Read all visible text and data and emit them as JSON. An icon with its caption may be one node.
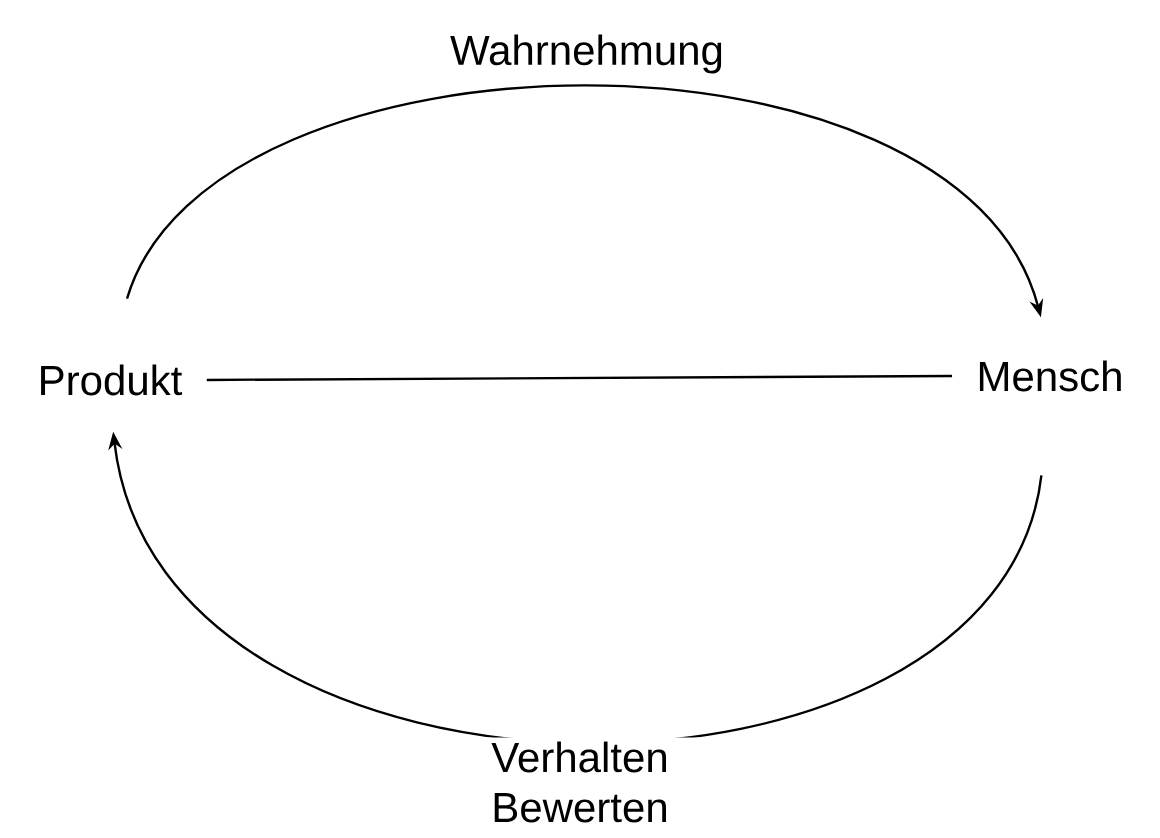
{
  "diagram": {
    "nodes": [
      {
        "text": [
          "Produkt"
        ]
      },
      {
        "text": [
          "Mensch"
        ]
      }
    ],
    "edges": [
      {
        "from": 0,
        "to": 1,
        "arrow": "to",
        "label": "Wahrnehmung"
      },
      {
        "from": 1,
        "to": 0,
        "arrow": "to",
        "label": "Verhalten Bewerten"
      },
      {
        "from": 0,
        "to": 1,
        "arrow": "none"
      }
    ]
  }
}
